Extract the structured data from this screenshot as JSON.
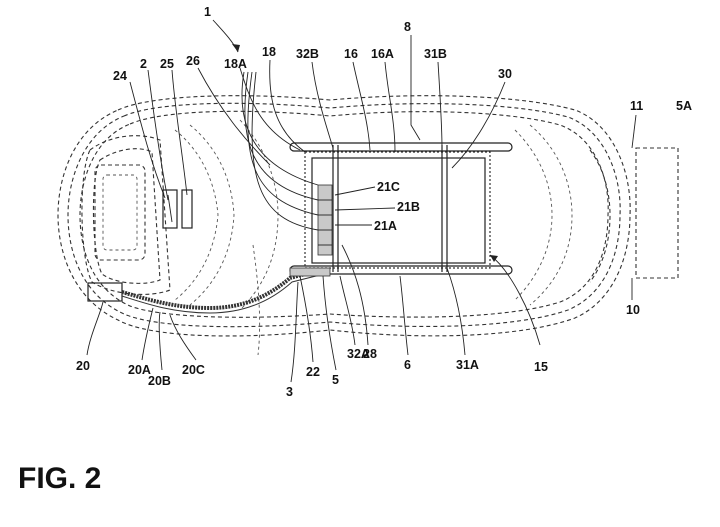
{
  "figure": {
    "title": "FIG. 2"
  },
  "refs": {
    "r1": "1",
    "r2": "2",
    "r24": "24",
    "r25": "25",
    "r26": "26",
    "r18A": "18A",
    "r18": "18",
    "r32B": "32B",
    "r16": "16",
    "r16A": "16A",
    "r8": "8",
    "r31B": "31B",
    "r30": "30",
    "r11": "11",
    "r5A": "5A",
    "r21C": "21C",
    "r21B": "21B",
    "r21A": "21A",
    "r10": "10",
    "r20": "20",
    "r20A": "20A",
    "r20B": "20B",
    "r20C": "20C",
    "r3": "3",
    "r22": "22",
    "r5": "5",
    "r32A": "32A",
    "r28": "28",
    "r6": "6",
    "r31A": "31A",
    "r15": "15"
  }
}
